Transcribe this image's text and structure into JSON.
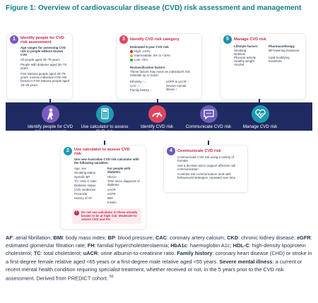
{
  "title": "Figure 1: Overview of cardiovascular disease (CVD) risk assessment and management",
  "colors": {
    "navy": "#1f2a63",
    "teal": "#0f7f86",
    "red": "#c7254e"
  },
  "card1": {
    "num": "1",
    "title": "Identify people for CVD risk assessment",
    "subtitle": "Age ranges for assessing CVD risk in people without known CVD",
    "lines": [
      "All people aged 45–79 years",
      "People with diabetes aged 35–79 years",
      "First Nations people aged 30–79 years. Assess individual CVD risk factors in First Nations people aged 18–29 years."
    ]
  },
  "card3": {
    "num": "3",
    "title": "Identify CVD risk category",
    "risk_heading": "Estimated 5-year CVD risk",
    "risks": [
      {
        "label": "High: ≥10%",
        "color": "#d6262f"
      },
      {
        "label": "Intermediate: 5% to <10%",
        "color": "#f2b01e"
      },
      {
        "label": "Low: <5%",
        "color": "#2fa84f"
      }
    ],
    "reclass_heading": "Reclassification factors",
    "reclass_text": "These factors may move an individual's risk estimate up or down:",
    "factors_left": [
      "Ethnicity ↑↓",
      "CAC ↑↓",
      "Family history ↑"
    ],
    "factors_right": [
      "eGFR & uACR ↑",
      "Severe mental illness ↑"
    ]
  },
  "card5": {
    "num": "5",
    "title": "Manage CVD risk",
    "lifestyle_heading": "Lifestyle factors",
    "lifestyle": [
      "Smoking",
      "Nutrition",
      "Physical activity",
      "Healthy weight",
      "Alcohol"
    ],
    "pharma_heading": "Pharmacotherapy",
    "pharma": [
      "BP-lowering treatment",
      "Lipid-modifying treatment"
    ]
  },
  "steps": [
    {
      "label": "Identify people for CVD risk assessment"
    },
    {
      "label": "Use calculator to assess CVD risk"
    },
    {
      "label": "Identify CVD risk category"
    },
    {
      "label": "Communicate CVD risk"
    },
    {
      "label": "Manage CVD risk"
    }
  ],
  "card2": {
    "num": "2",
    "title": "Use calculator to assess CVD risk",
    "subtitle": "Use new Australian CVD risk calculator with the following variables:",
    "vars_left": [
      "Age, sex",
      "Smoking status",
      "Systolic BP",
      "TC: HDL-C ratio",
      "Diabetes status",
      "CVD medicines",
      "Postcode",
      "History of AF"
    ],
    "vars_right_heading": "For people with diabetes:",
    "vars_right": [
      "HbA1c",
      "Time since diagnosis of diabetes",
      "uACR",
      "eGFR",
      "BMI",
      "Insulin"
    ],
    "warning": "Do not use calculator in those already known to be at high risk: Moderate-to-severe CKD and FH"
  },
  "card4": {
    "num": "4",
    "title": "Communicate CVD risk",
    "lines": [
      "Communicate CVD risk using a variety of formats",
      "Use a decision aid to support effective risk communication",
      "Combine risk communication tools with behavioural strategies, repeated over time"
    ]
  },
  "footnote": [
    {
      "abbr": "AF",
      "text": ": atrial fibrillation; "
    },
    {
      "abbr": "BMI",
      "text": ": body mass index; "
    },
    {
      "abbr": "BP",
      "text": ": blood pressure; "
    },
    {
      "abbr": "CAC",
      "text": ": coronary artery calcium; "
    },
    {
      "abbr": "CKD",
      "text": ": chronic kidney disease; "
    },
    {
      "abbr": "eGFR",
      "text": ": estimated glomerular filtration rate; "
    },
    {
      "abbr": "FH",
      "text": ": familial hypercholesterolaemia; "
    },
    {
      "abbr": "HbA1c",
      "text": ": haemoglobin A1c; "
    },
    {
      "abbr": "HDL-C",
      "text": ": high-density lipoprotein cholesterol; "
    },
    {
      "abbr": "TC",
      "text": ": total cholesterol; "
    },
    {
      "abbr": "uACR",
      "text": ": urine albumin-to-creatinine ratio. "
    },
    {
      "abbr": "Family history",
      "text": ": coronary heart disease (CHD) or stroke in a first-degree female relative aged <65 years or a first-degree male relative aged <55 years. "
    },
    {
      "abbr": "Severe mental illness",
      "text": ": a current or recent mental health condition requiring specialist treatment, whether received or not, in the 5 years prior to the CVD risk assessment. Derived from PREDICT cohort. "
    }
  ],
  "footnote_ref": "50"
}
